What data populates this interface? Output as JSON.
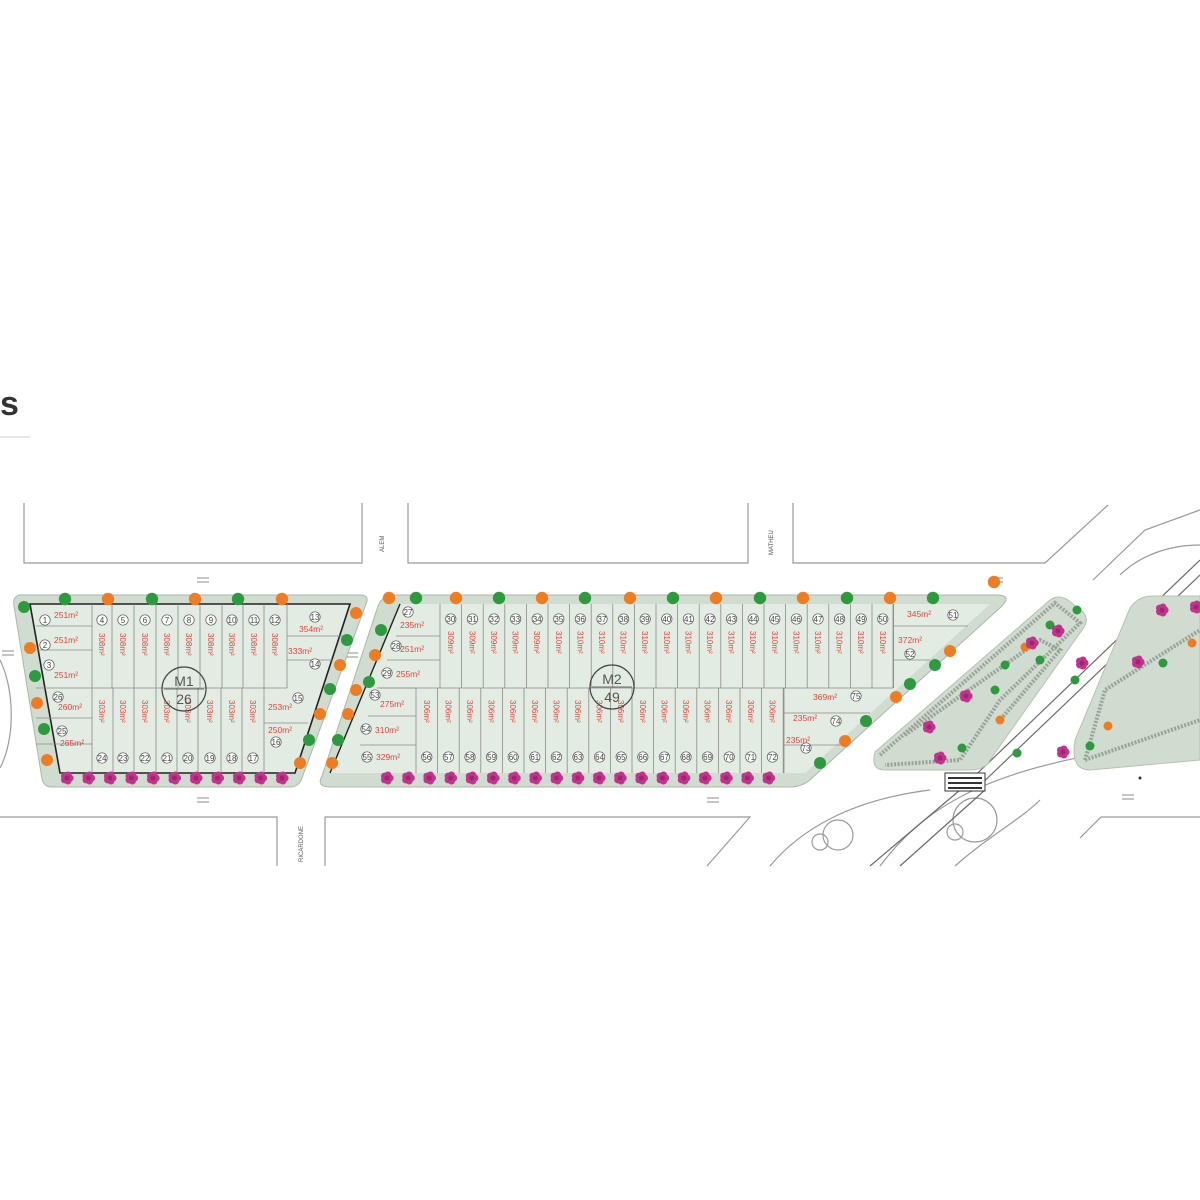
{
  "header": {
    "corner_fragment": "s"
  },
  "streets": {
    "north_1": "ALEM",
    "north_2": "MATHEU",
    "south_1": "RICARDONE"
  },
  "blocks": [
    {
      "code": "M1",
      "count": "26"
    },
    {
      "code": "M2",
      "count": "49"
    }
  ],
  "colors": {
    "block_fill": "#dce8dc",
    "lot_line": "#8a8a8a",
    "block_outline": "#222222",
    "area_text": "#e0453c",
    "tree_green": "#2e9a3e",
    "tree_orange": "#f07c22",
    "tree_magenta": "#c2338e",
    "plaza_fill": "#cfdccf"
  },
  "m1": {
    "left_lots": [
      {
        "num": "1",
        "area": "251m²"
      },
      {
        "num": "2",
        "area": "251m²"
      },
      {
        "num": "3",
        "area": "251m²"
      },
      {
        "num": "26",
        "area": "260m²"
      },
      {
        "num": "25",
        "area": "265m²"
      }
    ],
    "top_lots": [
      {
        "num": "4",
        "area": "308m²"
      },
      {
        "num": "5",
        "area": "308m²"
      },
      {
        "num": "6",
        "area": "308m²"
      },
      {
        "num": "7",
        "area": "308m²"
      },
      {
        "num": "8",
        "area": "308m²"
      },
      {
        "num": "9",
        "area": "308m²"
      },
      {
        "num": "10",
        "area": "308m²"
      },
      {
        "num": "11",
        "area": "308m²"
      },
      {
        "num": "12",
        "area": "308m²"
      }
    ],
    "bottom_lots": [
      {
        "num": "24",
        "area": "303m²"
      },
      {
        "num": "23",
        "area": "303m²"
      },
      {
        "num": "22",
        "area": "303m²"
      },
      {
        "num": "21",
        "area": "303m²"
      },
      {
        "num": "20",
        "area": "303m²"
      },
      {
        "num": "19",
        "area": "303m²"
      },
      {
        "num": "18",
        "area": "303m²"
      },
      {
        "num": "17",
        "area": "303m²"
      }
    ],
    "right_lots": [
      {
        "num": "13",
        "area": "354m²"
      },
      {
        "num": "14",
        "area": "333m²"
      },
      {
        "num": "15",
        "area": "253m²"
      },
      {
        "num": "16",
        "area": "250m²"
      }
    ]
  },
  "m2": {
    "left_lots": [
      {
        "num": "27",
        "area": "235m²"
      },
      {
        "num": "28",
        "area": "251m²"
      },
      {
        "num": "29",
        "area": "255m²"
      },
      {
        "num": "53",
        "area": "275m²"
      },
      {
        "num": "54",
        "area": "310m²"
      },
      {
        "num": "55",
        "area": "329m²"
      }
    ],
    "top_lots": [
      {
        "num": "30",
        "area": "309m²"
      },
      {
        "num": "31",
        "area": "309m²"
      },
      {
        "num": "32",
        "area": "309m²"
      },
      {
        "num": "33",
        "area": "309m²"
      },
      {
        "num": "34",
        "area": "309m²"
      },
      {
        "num": "35",
        "area": "310m²"
      },
      {
        "num": "36",
        "area": "310m²"
      },
      {
        "num": "37",
        "area": "310m²"
      },
      {
        "num": "38",
        "area": "310m²"
      },
      {
        "num": "39",
        "area": "310m²"
      },
      {
        "num": "40",
        "area": "310m²"
      },
      {
        "num": "41",
        "area": "310m²"
      },
      {
        "num": "42",
        "area": "310m²"
      },
      {
        "num": "43",
        "area": "310m²"
      },
      {
        "num": "44",
        "area": "310m²"
      },
      {
        "num": "45",
        "area": "310m²"
      },
      {
        "num": "46",
        "area": "310m²"
      },
      {
        "num": "47",
        "area": "310m²"
      },
      {
        "num": "48",
        "area": "310m²"
      },
      {
        "num": "49",
        "area": "310m²"
      },
      {
        "num": "50",
        "area": "310m²"
      }
    ],
    "bottom_lots": [
      {
        "num": "56",
        "area": "306m²"
      },
      {
        "num": "57",
        "area": "306m²"
      },
      {
        "num": "58",
        "area": "306m²"
      },
      {
        "num": "59",
        "area": "306m²"
      },
      {
        "num": "60",
        "area": "306m²"
      },
      {
        "num": "61",
        "area": "306m²"
      },
      {
        "num": "62",
        "area": "306m²"
      },
      {
        "num": "63",
        "area": "306m²"
      },
      {
        "num": "64",
        "area": "306m²"
      },
      {
        "num": "65",
        "area": "306m²"
      },
      {
        "num": "66",
        "area": "306m²"
      },
      {
        "num": "67",
        "area": "306m²"
      },
      {
        "num": "68",
        "area": "306m²"
      },
      {
        "num": "69",
        "area": "306m²"
      },
      {
        "num": "70",
        "area": "306m²"
      },
      {
        "num": "71",
        "area": "306m²"
      },
      {
        "num": "72",
        "area": "306m²"
      }
    ],
    "right_lots": [
      {
        "num": "51",
        "area": "345m²"
      },
      {
        "num": "52",
        "area": "372m²"
      },
      {
        "num": "75",
        "area": "369m²"
      },
      {
        "num": "74",
        "area": "235m²"
      },
      {
        "num": "73",
        "area": "235m²"
      }
    ]
  }
}
